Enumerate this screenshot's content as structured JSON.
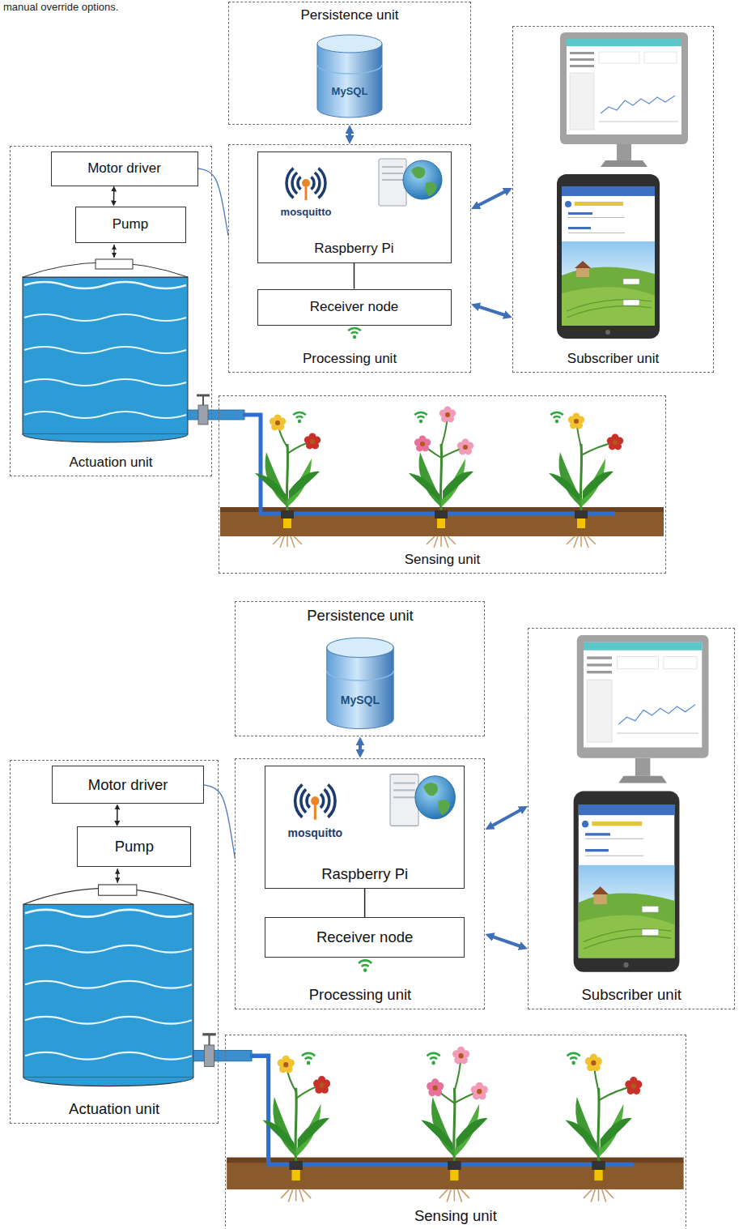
{
  "diagram": {
    "nodes": [
      {
        "text": [
          "Persistence unit"
        ]
      },
      {
        "text": [
          "Processing unit"
        ]
      },
      {
        "text": [
          "Raspberry Pi"
        ],
        "in": 1
      },
      {
        "text": [
          "Receiver node"
        ],
        "in": 1
      },
      {
        "text": [
          "Subscriber unit"
        ]
      },
      {
        "text": [
          "Actuation unit"
        ]
      },
      {
        "text": [
          "Motor driver"
        ],
        "in": 5
      },
      {
        "text": [
          "Pump"
        ],
        "in": 5
      },
      {
        "text": [
          "Sensing unit"
        ]
      },
      {
        "text": [
          "Persistence unit"
        ]
      },
      {
        "text": [
          "Processing unit"
        ]
      },
      {
        "text": [
          "Raspberry Pi"
        ],
        "in": 10
      },
      {
        "text": [
          "Receiver node"
        ],
        "in": 10
      },
      {
        "text": [
          "Subscriber unit"
        ]
      },
      {
        "text": [
          "Actuation unit"
        ]
      },
      {
        "text": [
          "Motor driver"
        ],
        "in": 14
      },
      {
        "text": [
          "Pump"
        ],
        "in": 14
      },
      {
        "text": [
          "Sensing unit"
        ]
      }
    ],
    "edges": [
      {
        "from": 0,
        "to": 1,
        "arrow": "both"
      },
      {
        "from": 2,
        "to": 3,
        "arrow": "none"
      },
      {
        "from": 1,
        "to": 4,
        "arrow": "both"
      },
      {
        "from": 1,
        "to": 4,
        "arrow": "both"
      },
      {
        "from": 6,
        "to": 7,
        "arrow": "both"
      },
      {
        "from": 6,
        "to": 1,
        "arrow": "none"
      },
      {
        "from": 9,
        "to": 10,
        "arrow": "both"
      },
      {
        "from": 11,
        "to": 12,
        "arrow": "none"
      },
      {
        "from": 10,
        "to": 13,
        "arrow": "both"
      },
      {
        "from": 10,
        "to": 13,
        "arrow": "both"
      },
      {
        "from": 15,
        "to": 16,
        "arrow": "both"
      },
      {
        "from": 15,
        "to": 10,
        "arrow": "none"
      }
    ],
    "labels": [
      "manual override options.",
      "MySQL",
      "mosquitto",
      "MySQL",
      "mosquitto"
    ]
  }
}
